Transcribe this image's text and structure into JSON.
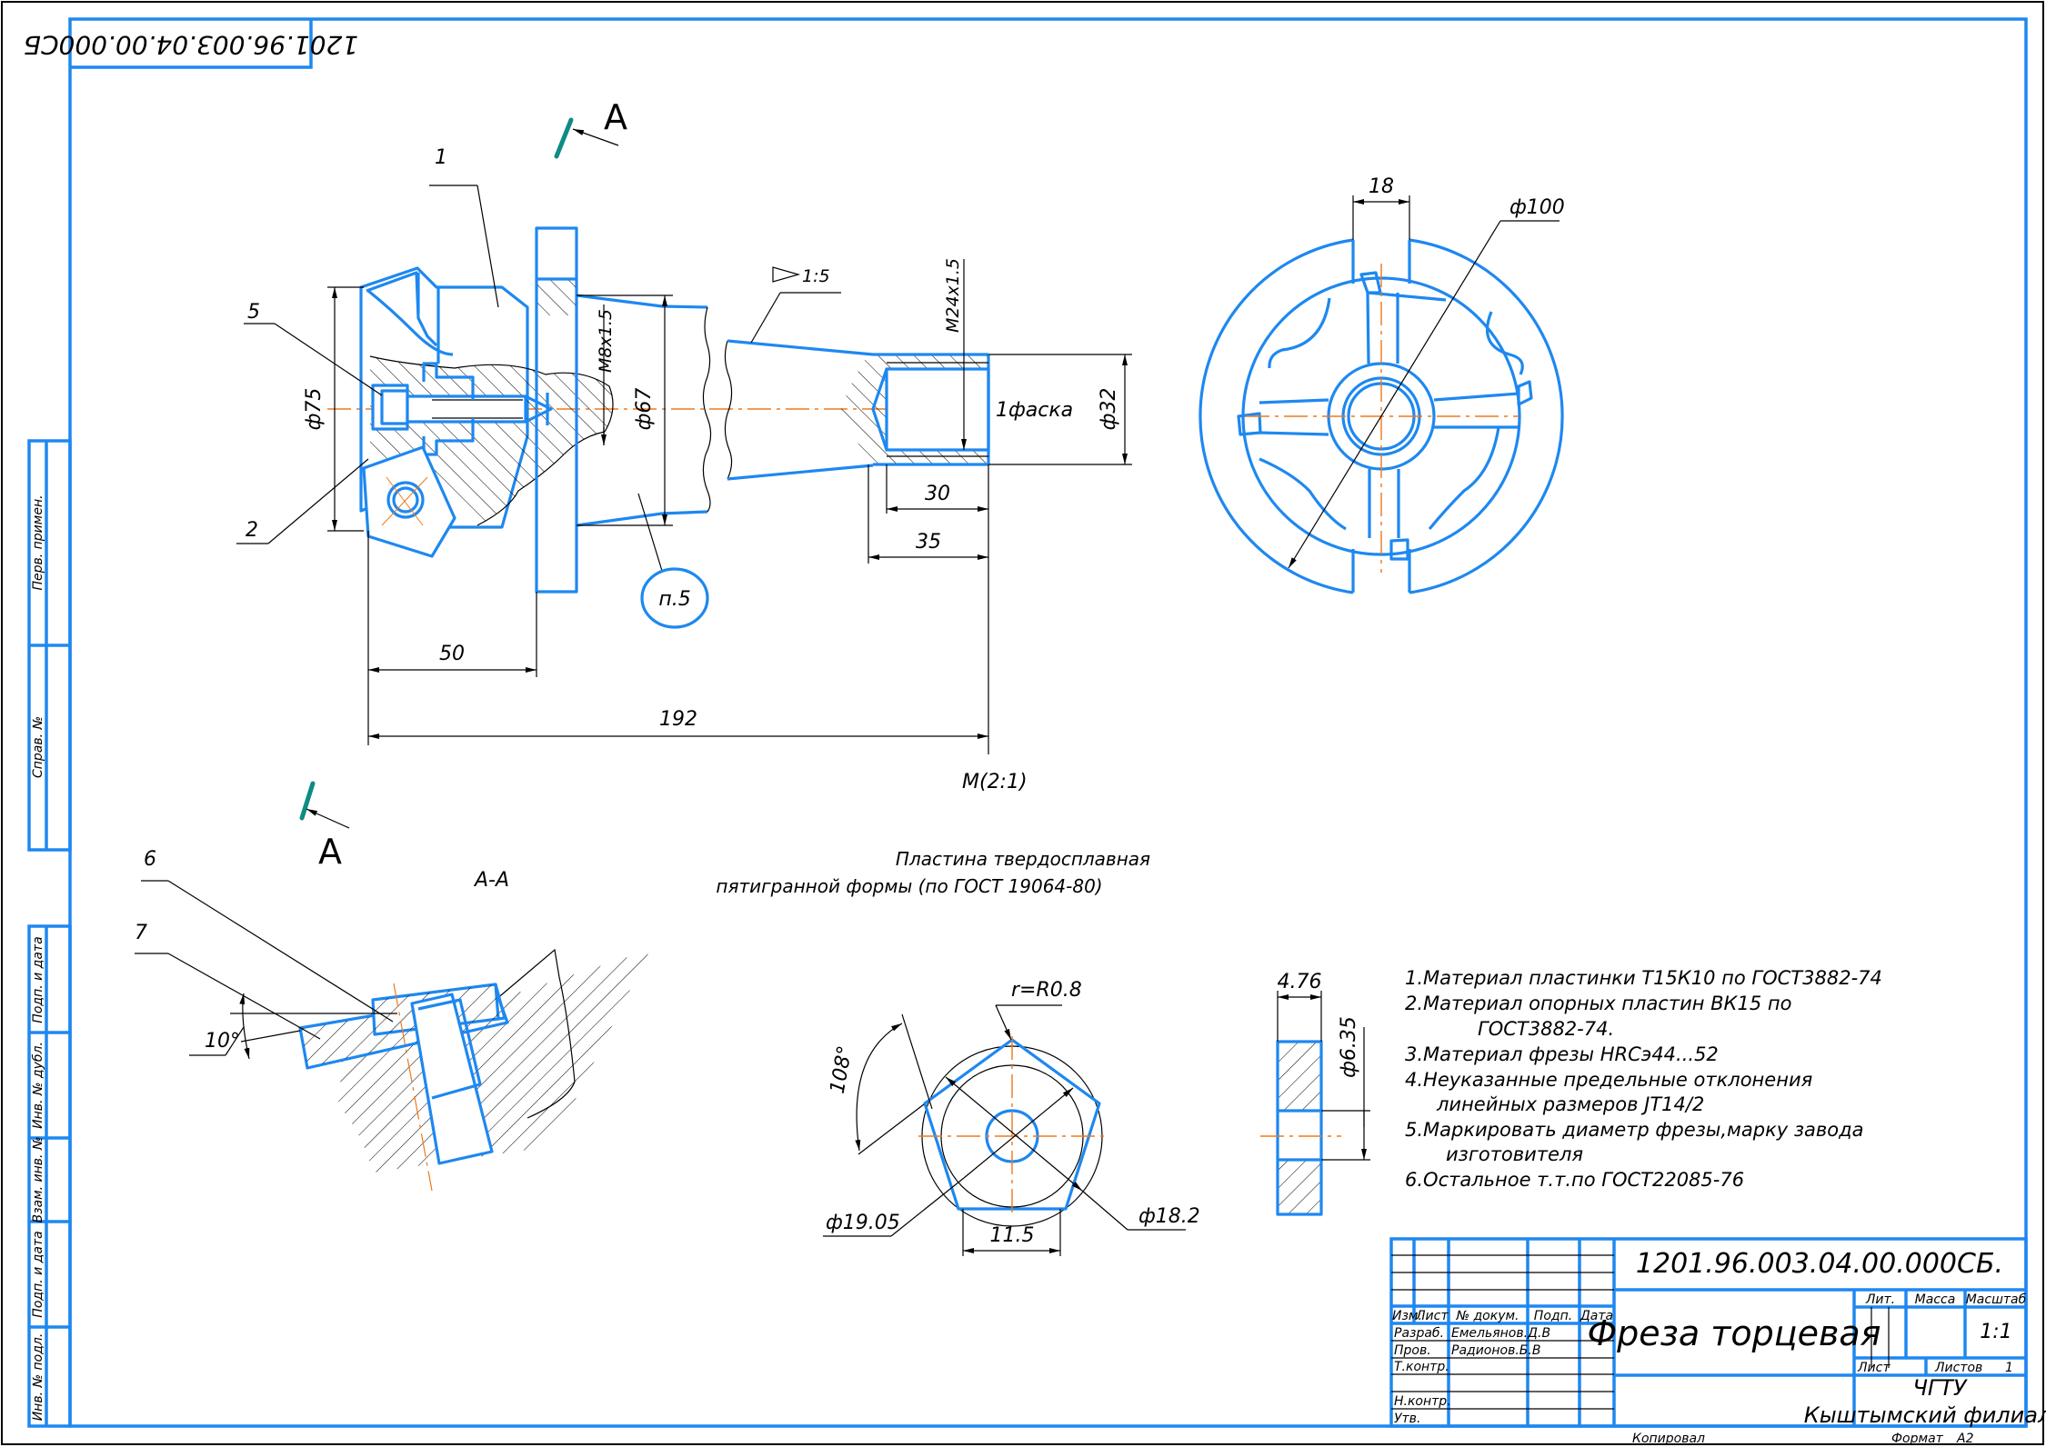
{
  "document": {
    "type": "engineering-assembly-drawing",
    "code": "1201.96.003.04.00.000СБ.",
    "code_mirrored_corner": "1201.96.003.04.00.000СБ",
    "title": "Фреза торцевая",
    "format_label": "Формат",
    "format_value": "A2",
    "copied_label": "Копировал",
    "organization_line1": "ЧГТУ",
    "organization_line2": "Кыштымский филиал"
  },
  "colors": {
    "contour": "#1e88f0",
    "axis": "#f07818",
    "section_mark": "#0e8b84",
    "thin_line": "#000000"
  },
  "side_strip": {
    "labels": [
      "Перв. примен.",
      "Справ. №",
      "Подп. и дата",
      "Инв. № дубл.",
      "Взам. инв. №",
      "Подп. и дата",
      "Инв. № подл."
    ]
  },
  "title_block": {
    "header": {
      "izm": "Изм.",
      "list": "Лист",
      "doc_no": "№ докум.",
      "sign": "Подп.",
      "date": "Дата"
    },
    "rows": [
      {
        "role": "Разраб.",
        "name": "Емельянов.Д.В"
      },
      {
        "role": "Пров.",
        "name": "Радионов.Б.В"
      },
      {
        "role": "Т.контр.",
        "name": ""
      },
      {
        "role": "",
        "name": ""
      },
      {
        "role": "Н.контр.",
        "name": ""
      },
      {
        "role": "Утв.",
        "name": ""
      }
    ],
    "lit_label": "Лит.",
    "mass_label": "Масса",
    "scale_label": "Масштаб",
    "scale_value": "1:1",
    "sheet_label": "Лист",
    "sheets_label": "Листов",
    "sheets_value": "1"
  },
  "main_view": {
    "section_letter": "A",
    "scale_note": "M(2:1)",
    "item_labels": [
      "1",
      "5",
      "2"
    ],
    "dims": {
      "d75": "ф75",
      "m8": "M8x1.5",
      "d67": "ф67",
      "taper": "1:5",
      "m24": "M24x1.5",
      "chamfer": "1фаска",
      "d32": "ф32",
      "len30": "30",
      "len35": "35",
      "len50": "50",
      "len192": "192",
      "note_ref": "п.5"
    }
  },
  "front_view": {
    "dims": {
      "slot": "18",
      "diameter": "ф100"
    }
  },
  "section_aa": {
    "title": "A-A",
    "section_letter": "A",
    "item_labels": [
      "6",
      "7"
    ],
    "angle": "10°"
  },
  "insert_view": {
    "caption_line1": "Пластина твердосплавная",
    "caption_line2": "пятигранной формы (по ГОСТ 19064-80)",
    "dims": {
      "radius": "r=R0.8",
      "angle": "108°",
      "d_outer": "ф19.05",
      "d_inner": "ф18.2",
      "edge": "11.5"
    }
  },
  "insert_side": {
    "dims": {
      "thickness": "4.76",
      "hole": "ф6.35"
    }
  },
  "notes": [
    "1.Материал пластинки Т15К10 по ГОСТ3882-74",
    "2.Материал опорных пластин ВК15 по",
    "ГОСТ3882-74.",
    "3.Материал фрезы HRCэ44...52",
    "4.Неуказанные предельные отклонения",
    "линейных размеров JT14/2",
    "5.Маркировать диаметр фрезы,марку завода",
    "изготовителя",
    "6.Остальное т.т.по ГОСТ22085-76"
  ]
}
